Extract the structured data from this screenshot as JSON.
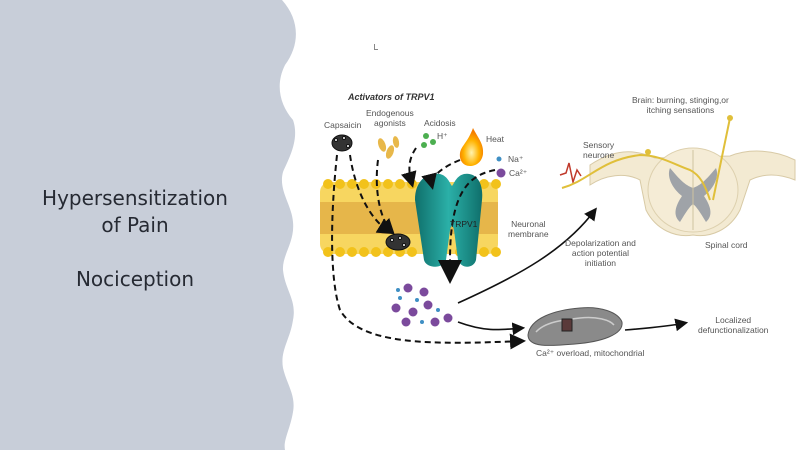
{
  "slide": {
    "title_line1": "Hypersensitization",
    "title_line2": "of Pain",
    "subtitle": "Nociception"
  },
  "figure": {
    "heading": "Activators of TRPV1",
    "activators": {
      "capsaicin": "Capsaicin",
      "endogenous_line1": "Endogenous",
      "endogenous_line2": "agonists",
      "acidosis": "Acidosis",
      "h_ion": "H⁺",
      "heat": "Heat"
    },
    "ions": {
      "na": "Na⁺",
      "ca": "Ca²⁺"
    },
    "channel_label": "TRPV1",
    "membrane_line1": "Neuronal",
    "membrane_line2": "membrane",
    "depolarization_line1": "Depolarization and",
    "depolarization_line2": "action potential",
    "depolarization_line3": "initiation",
    "sensory_line1": "Sensory",
    "sensory_line2": "neurone",
    "brain_line1": "Brain: burning, stinging,or",
    "brain_line2": "itching sensations",
    "spinal_cord": "Spinal cord",
    "localized_line1": "Localized",
    "localized_line2": "defunctionalization",
    "ca_overload": "Ca²⁺ overload, mitochondrial"
  },
  "colors": {
    "panel": "#c8ced9",
    "membrane": "#f2c21b",
    "channel": "#1a8f8a",
    "calcium": "#7b4a9c",
    "sodium": "#3f8fc4",
    "proton": "#4caf50",
    "nerve": "#e0bf3a"
  }
}
